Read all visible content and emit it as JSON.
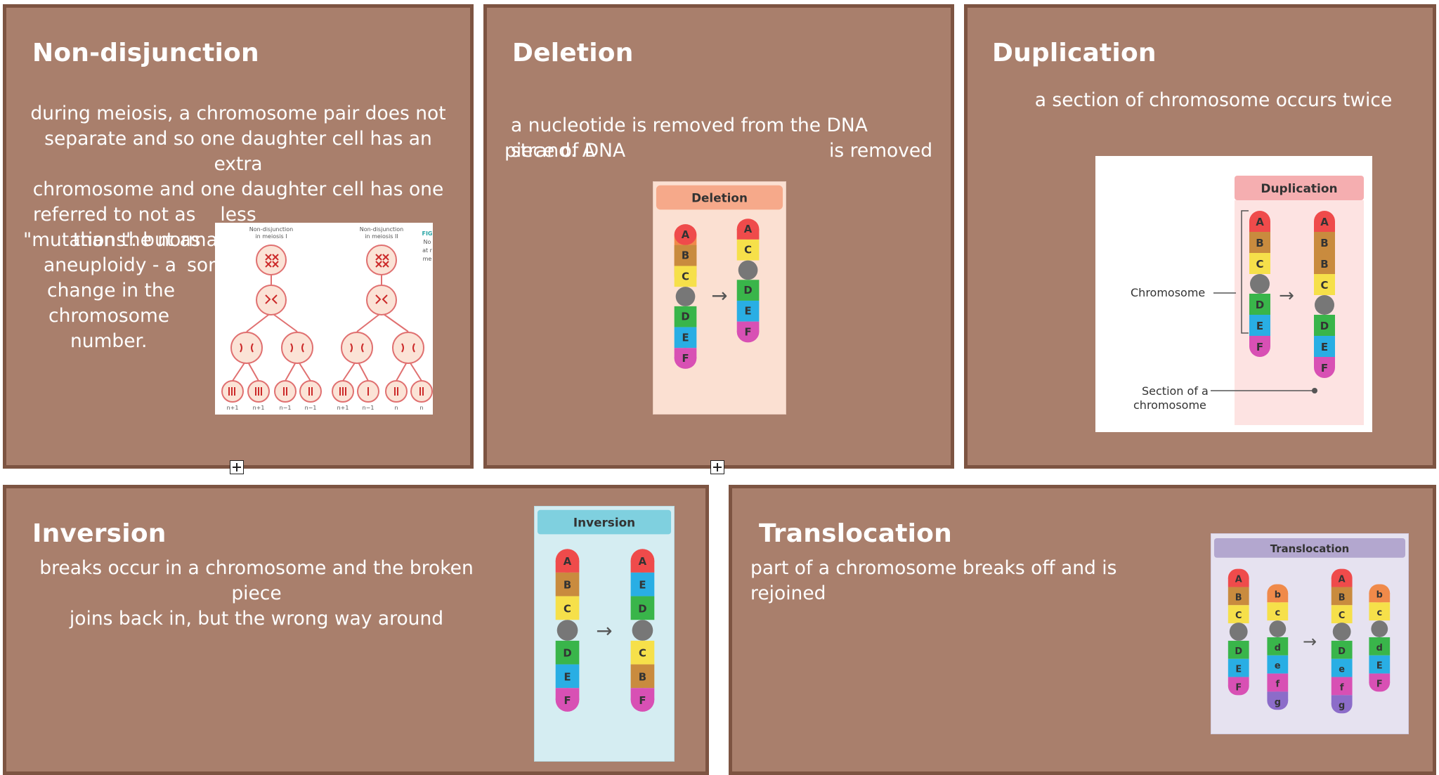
{
  "colors": {
    "card_bg": "#a97f6c",
    "card_border": "#7d5442",
    "text": "#ffffff"
  },
  "cards": {
    "nondisjunction": {
      "title": "Non-disjunction",
      "lines": [
        "during meiosis, a chromosome pair does not",
        "separate and so one daughter cell has an extra",
        "chromosome and one daughter cell has one less",
        "than the normal number. These are sometimes"
      ],
      "side_lines": [
        "referred to not as",
        "\"mutations'. but as",
        "aneuploidy - a",
        "change in the",
        "chromosome",
        "number."
      ],
      "figure": {
        "col1_title_a": "Non-disjunction",
        "col1_title_b": "in meiosis I",
        "col2_title_a": "Non-disjunction",
        "col2_title_b": "in meiosis II",
        "edge_label_a": "FIG",
        "edge_label_b": "No",
        "edge_label_c": "at r",
        "edge_label_d": "me",
        "labels": [
          "n+1",
          "n+1",
          "n−1",
          "n−1",
          "n+1",
          "n−1",
          "n",
          "n"
        ]
      }
    },
    "deletion": {
      "title": "Deletion",
      "line1": "a nucleotide is removed from the DNA strand. A",
      "line2_left": "piece of DNA",
      "line2_right": "is removed",
      "figure": {
        "title": "Deletion",
        "left": [
          "A",
          "B",
          "C",
          "D",
          "E",
          "F"
        ],
        "right": [
          "A",
          "C",
          "D",
          "E",
          "F"
        ],
        "arrow": "→"
      }
    },
    "duplication": {
      "title": "Duplication",
      "line1": "a section of chromosome occurs twice",
      "figure": {
        "title": "Duplication",
        "label_chromosome": "Chromosome",
        "label_section_a": "Section of a",
        "label_section_b": "chromosome",
        "left": [
          "A",
          "B",
          "C",
          "D",
          "E",
          "F"
        ],
        "right": [
          "A",
          "B",
          "B",
          "C",
          "D",
          "E",
          "F"
        ],
        "arrow": "→"
      }
    },
    "inversion": {
      "title": "Inversion",
      "line1": "breaks occur in a chromosome and the broken piece",
      "line2": "joins back in, but the wrong way around",
      "figure": {
        "title": "Inversion",
        "left": [
          "A",
          "B",
          "C",
          "D",
          "E",
          "F"
        ],
        "right": [
          "A",
          "E",
          "D",
          "C",
          "B",
          "F"
        ],
        "arrow": "→"
      }
    },
    "translocation": {
      "title": "Translocation",
      "line1": "part of a chromosome breaks off and is rejoined",
      "figure": {
        "title": "Translocation",
        "c1": [
          "A",
          "B",
          "C",
          "D",
          "E",
          "F"
        ],
        "c2": [
          "b",
          "c",
          "d",
          "e",
          "f",
          "g"
        ],
        "c3": [
          "A",
          "B",
          "C",
          "D",
          "e",
          "f",
          "g"
        ],
        "c4": [
          "b",
          "c",
          "d",
          "E",
          "F"
        ],
        "arrow": "→"
      }
    }
  }
}
